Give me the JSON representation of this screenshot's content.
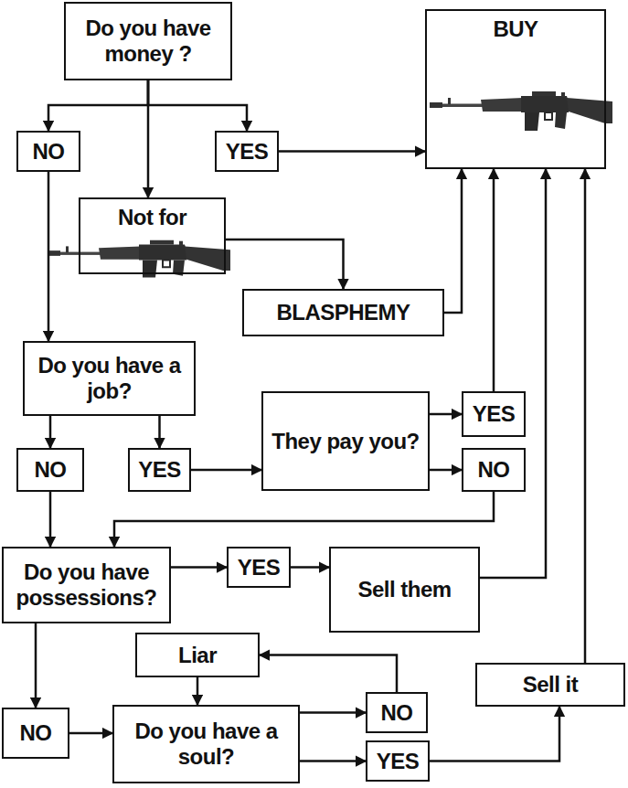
{
  "diagram": {
    "nodes": [
      {
        "text": [
          "Do you have money ?"
        ]
      },
      {
        "text": [
          "BUY"
        ]
      },
      {
        "text": [
          "NO"
        ]
      },
      {
        "text": [
          "YES"
        ]
      },
      {
        "text": [
          "Not for"
        ]
      },
      {
        "text": [
          "BLASPHEMY"
        ]
      },
      {
        "text": [
          "Do you have a job?"
        ]
      },
      {
        "text": [
          "They pay you?"
        ]
      },
      {
        "text": [
          "YES"
        ]
      },
      {
        "text": [
          "NO"
        ]
      },
      {
        "text": [
          "YES"
        ]
      },
      {
        "text": [
          "NO"
        ]
      },
      {
        "text": [
          "Do you have possessions?"
        ]
      },
      {
        "text": [
          "YES"
        ]
      },
      {
        "text": [
          "Sell them"
        ]
      },
      {
        "text": [
          "Liar"
        ]
      },
      {
        "text": [
          "Sell it"
        ]
      },
      {
        "text": [
          "NO"
        ]
      },
      {
        "text": [
          "NO"
        ]
      },
      {
        "text": [
          "Do you have a soul?"
        ]
      },
      {
        "text": [
          "YES"
        ]
      }
    ],
    "edges": [
      {
        "from": 0,
        "to": 2,
        "arrow": "to"
      },
      {
        "from": 0,
        "to": 3,
        "arrow": "to"
      },
      {
        "from": 0,
        "to": 4,
        "arrow": "to"
      },
      {
        "from": 3,
        "to": 1,
        "arrow": "to"
      },
      {
        "from": 4,
        "to": 5,
        "arrow": "to"
      },
      {
        "from": 5,
        "to": 1,
        "arrow": "to"
      },
      {
        "from": 2,
        "to": 6,
        "arrow": "to"
      },
      {
        "from": 6,
        "to": 9,
        "arrow": "to"
      },
      {
        "from": 6,
        "to": 10,
        "arrow": "to"
      },
      {
        "from": 10,
        "to": 7,
        "arrow": "to"
      },
      {
        "from": 7,
        "to": 8,
        "arrow": "to"
      },
      {
        "from": 7,
        "to": 11,
        "arrow": "to"
      },
      {
        "from": 8,
        "to": 1,
        "arrow": "to"
      },
      {
        "from": 11,
        "to": 12,
        "arrow": "to"
      },
      {
        "from": 9,
        "to": 12,
        "arrow": "to"
      },
      {
        "from": 12,
        "to": 13,
        "arrow": "to"
      },
      {
        "from": 13,
        "to": 14,
        "arrow": "to"
      },
      {
        "from": 14,
        "to": 1,
        "arrow": "to"
      },
      {
        "from": 12,
        "to": 18,
        "arrow": "to"
      },
      {
        "from": 18,
        "to": 19,
        "arrow": "to"
      },
      {
        "from": 19,
        "to": 17,
        "arrow": "to"
      },
      {
        "from": 19,
        "to": 20,
        "arrow": "to"
      },
      {
        "from": 17,
        "to": 15,
        "arrow": "to"
      },
      {
        "from": 15,
        "to": 19,
        "arrow": "to"
      },
      {
        "from": 20,
        "to": 16,
        "arrow": "to"
      },
      {
        "from": 16,
        "to": 1,
        "arrow": "to"
      }
    ]
  }
}
